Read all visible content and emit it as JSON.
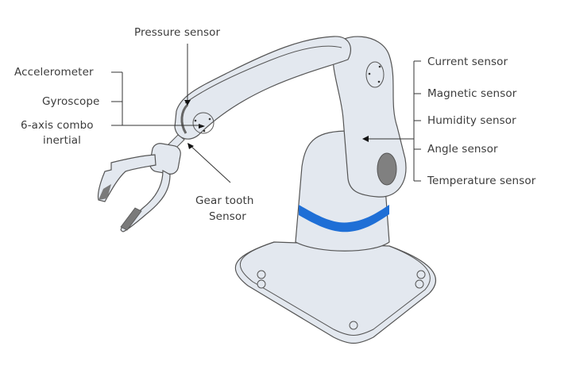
{
  "diagram": {
    "subject": "Robotic arm with sensors",
    "colors": {
      "body_fill": "#e3e8ef",
      "outline": "#555555",
      "accent_band": "#1f6fd6",
      "joint_dark": "#808080",
      "gripper_pad": "#7a7a7a",
      "label_text": "#3b3b3b",
      "leader_line": "#333333"
    },
    "labels": {
      "pressure_sensor": "Pressure sensor",
      "accelerometer": "Accelerometer",
      "gyroscope": "Gyroscope",
      "six_axis_line1": "6-axis combo",
      "six_axis_line2": "inertial",
      "gear_tooth_line1": "Gear tooth",
      "gear_tooth_line2": "Sensor",
      "current_sensor": "Current sensor",
      "magnetic_sensor": "Magnetic sensor",
      "humidity_sensor": "Humidity sensor",
      "angle_sensor": "Angle sensor",
      "temperature_sensor": "Temperature sensor"
    },
    "groups": {
      "left_bracket": [
        "Accelerometer",
        "Gyroscope",
        "6-axis combo inertial"
      ],
      "right_bracket": [
        "Current sensor",
        "Magnetic sensor",
        "Humidity sensor",
        "Angle sensor",
        "Temperature sensor"
      ]
    }
  }
}
